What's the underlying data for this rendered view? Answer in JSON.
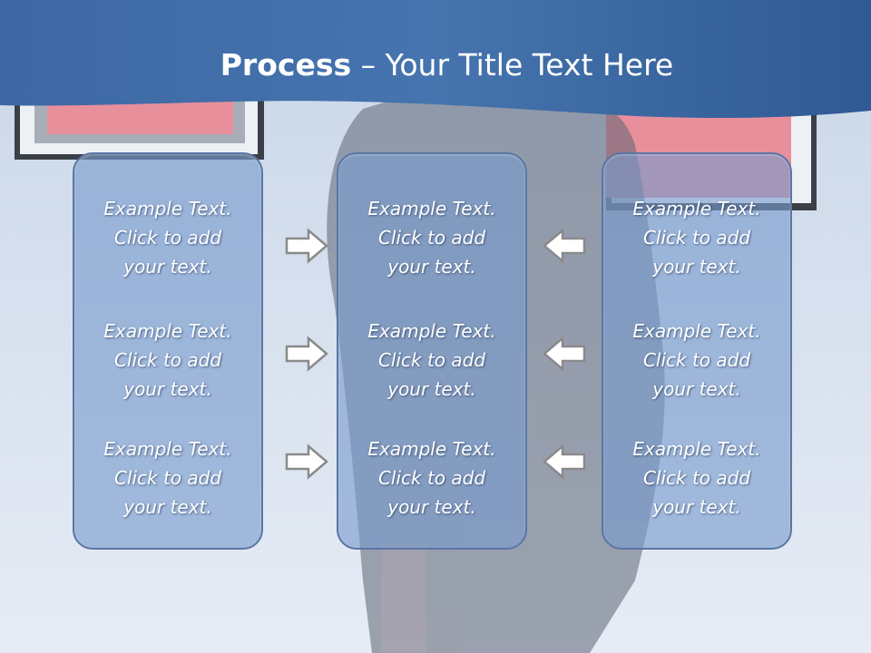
{
  "title": {
    "bold": "Process",
    "rest": " – Your Title Text Here"
  },
  "columns": [
    {
      "name": "left",
      "items": [
        {
          "line1": "Example Text.",
          "line2": "Click  to add",
          "line3": "your text."
        },
        {
          "line1": "Example Text.",
          "line2": "Click  to add",
          "line3": "your text."
        },
        {
          "line1": "Example Text.",
          "line2": "Click  to add",
          "line3": "your text."
        }
      ]
    },
    {
      "name": "center",
      "items": [
        {
          "line1": "Example Text.",
          "line2": "Click  to add",
          "line3": "your text."
        },
        {
          "line1": "Example Text.",
          "line2": "Click  to add",
          "line3": "your text."
        },
        {
          "line1": "Example Text.",
          "line2": "Click  to add",
          "line3": "your text."
        }
      ]
    },
    {
      "name": "right",
      "items": [
        {
          "line1": "Example Text.",
          "line2": "Click  to add",
          "line3": "your text."
        },
        {
          "line1": "Example Text.",
          "line2": "Click  to add",
          "line3": "your text."
        },
        {
          "line1": "Example Text.",
          "line2": "Click  to add",
          "line3": "your text."
        }
      ]
    }
  ],
  "arrows": {
    "left_to_center": "right-arrow-icon",
    "right_to_center": "left-arrow-icon"
  },
  "colors": {
    "title_band": "#3f6aa2",
    "box_fill": "#7f9dcb",
    "box_border": "#5a76a4",
    "arrow": "#8a8a8a"
  }
}
